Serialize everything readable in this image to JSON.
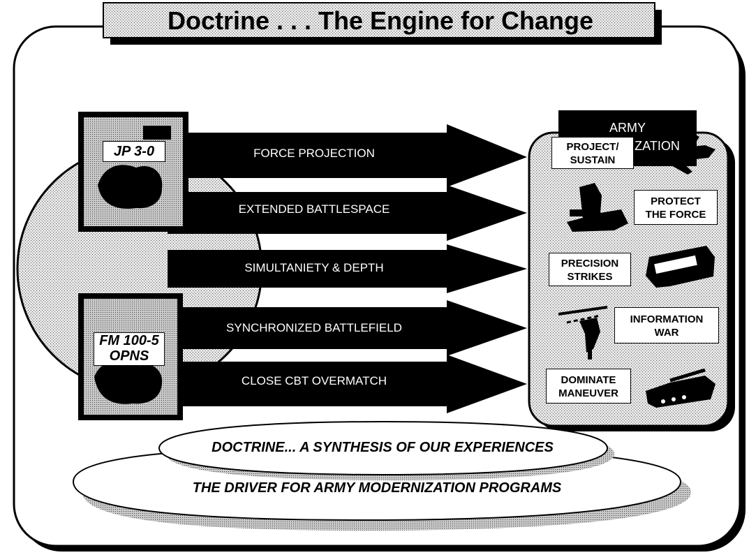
{
  "title": "Doctrine . . . The Engine for Change",
  "documents": {
    "top": "JP 3-0",
    "bottom_line1": "FM 100-5",
    "bottom_line2": "OPNS"
  },
  "arrows": [
    "FORCE PROJECTION",
    "EXTENDED BATTLESPACE",
    "SIMULTANIETY & DEPTH",
    "SYNCHRONIZED  BATTLEFIELD",
    "CLOSE CBT OVERMATCH"
  ],
  "army_box": {
    "line1": "ARMY",
    "line2": "MODERNIZATION"
  },
  "capabilities": [
    {
      "l1": "PROJECT/",
      "l2": "SUSTAIN",
      "icon": "cargo-aircraft-icon"
    },
    {
      "l1": "PROTECT",
      "l2": "THE FORCE",
      "icon": "air-defense-vehicle-icon"
    },
    {
      "l1": "PRECISION",
      "l2": "STRIKES",
      "icon": "rocket-launcher-icon"
    },
    {
      "l1": "INFORMATION",
      "l2": "WAR",
      "icon": "helicopter-icon"
    },
    {
      "l1": "DOMINATE",
      "l2": "MANEUVER",
      "icon": "tank-icon"
    }
  ],
  "cloud": {
    "line1": "DOCTRINE... A SYNTHESIS OF OUR EXPERIENCES",
    "line2": "THE DRIVER FOR ARMY MODERNIZATION PROGRAMS"
  }
}
